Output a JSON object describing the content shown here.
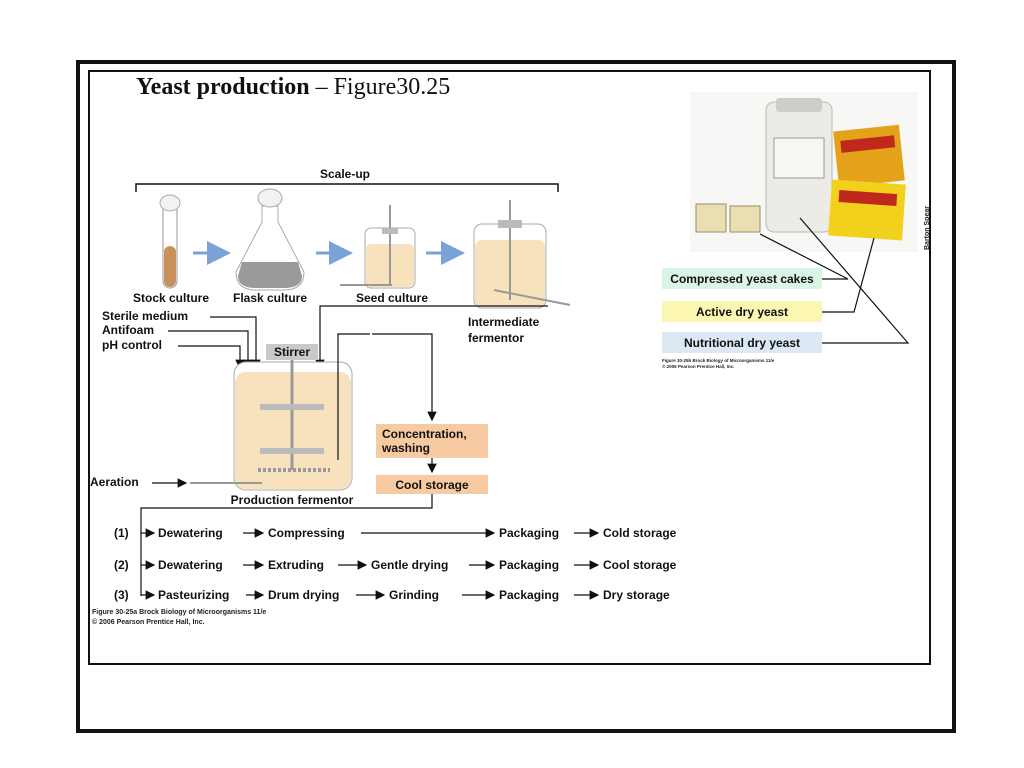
{
  "title": {
    "bold": "Yeast production",
    "rest": " – Figure30.25"
  },
  "scale_up": "Scale-up",
  "cultures": {
    "stock": "Stock culture",
    "flask": "Flask culture",
    "seed": "Seed culture",
    "intermediate_1": "Intermediate",
    "intermediate_2": "fermentor"
  },
  "inputs": {
    "sterile_medium": "Sterile medium",
    "antifoam": "Antifoam",
    "ph_control": "pH control"
  },
  "stirrer": "Stirrer",
  "aeration": "Aeration",
  "production_fermentor": "Production fermentor",
  "concentration": {
    "line1": "Concentration,",
    "line2": "washing"
  },
  "cool_storage_box": "Cool storage",
  "processes": [
    {
      "num": "(1)",
      "steps": [
        "Dewatering",
        "Compressing",
        "Packaging",
        "Cold storage"
      ]
    },
    {
      "num": "(2)",
      "steps": [
        "Dewatering",
        "Extruding",
        "Gentle drying",
        "Packaging",
        "Cool storage"
      ]
    },
    {
      "num": "(3)",
      "steps": [
        "Pasteurizing",
        "Drum drying",
        "Grinding",
        "Packaging",
        "Dry storage"
      ]
    }
  ],
  "credit_a": {
    "line1": "Figure 30-25a  Brock Biology of Microorganisms 11/e",
    "line2": "© 2006 Pearson Prentice Hall, Inc."
  },
  "products": {
    "compressed": "Compressed yeast cakes",
    "active": "Active dry yeast",
    "nutritional": "Nutritional dry yeast"
  },
  "credit_b": {
    "line1": "Figure 30-25b  Brock Biology of Microorganisms 11/e",
    "line2": "© 2006 Pearson Prentice Hall, Inc."
  },
  "photo_credit": "Barton Spear",
  "colors": {
    "culture_fill": "#f8e2bd",
    "box_fill": "#f7caa1",
    "green_label": "#daf5e6",
    "yellow_label": "#fbf7b3",
    "blue_label": "#dce8f4",
    "arrow_blue": "#7aa2d6"
  }
}
